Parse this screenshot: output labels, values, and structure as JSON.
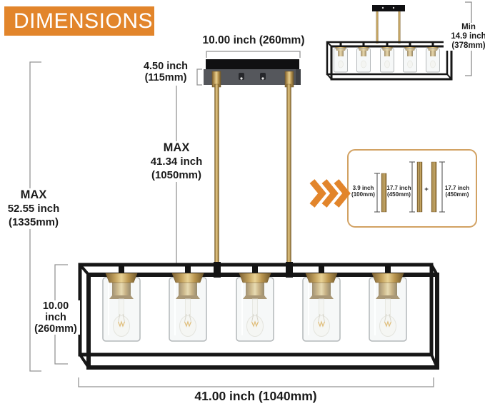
{
  "banner": {
    "title": "DIMENSIONS"
  },
  "labels": {
    "canopy_width": "10.00 inch (260mm)",
    "canopy_height": {
      "l1": "4.50 inch",
      "l2": "(115mm)"
    },
    "rod_max": {
      "l1": "MAX",
      "l2": "41.34 inch",
      "l3": "(1050mm)"
    },
    "total_max": {
      "l1": "MAX",
      "l2": "52.55 inch",
      "l3": "(1335mm)"
    },
    "box_height": {
      "l1": "10.00 inch",
      "l2": "(260mm)"
    },
    "box_width": "41.00 inch (1040mm)",
    "min_total": {
      "l1": "Min",
      "l2": "14.9 inch",
      "l3": "(378mm)"
    }
  },
  "rod_kit": {
    "short_rod": {
      "l1": "3.9 inch",
      "l2": "(100mm)"
    },
    "mid_rod": {
      "l1": "17.7 inch",
      "l2": "(450mm)"
    },
    "plus": "+",
    "right_rod": {
      "l1": "17.7 inch",
      "l2": "(450mm)"
    },
    "pointer_icon": "triple-chevron-right"
  },
  "colors": {
    "accent_orange": "#E2852B",
    "brass_gold": "#C3A25E",
    "frame_black": "#161616",
    "canopy_gray": "#55575C",
    "dimension_line_gray": "#949494",
    "inset_border_tan": "#D2A263"
  }
}
